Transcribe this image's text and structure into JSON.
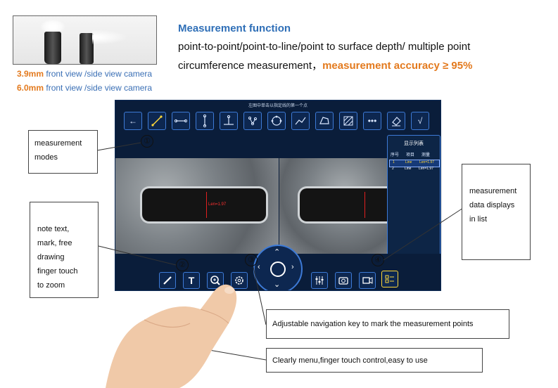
{
  "specs": [
    {
      "size": "3.9mm",
      "text": " front view /side view camera"
    },
    {
      "size": "6.0mm",
      "text": " front view /side view camera"
    }
  ],
  "header": {
    "title": "Measurement function",
    "line1": "point-to-point/point-to-line/point to surface depth/ multiple point",
    "line2_plain": "circumference measurement，",
    "line2_accent": "measurement accuracy ≥ 95%"
  },
  "screen": {
    "caption": "左图中单击以指定线的第一个点",
    "toolbar_icons": [
      "back-arrow-icon",
      "point-to-point-icon",
      "point-to-line-icon",
      "depth-icon",
      "point-to-surface-icon",
      "multi-point-icon",
      "circle-icon",
      "polyline-icon",
      "area-icon",
      "hatch-icon",
      "more-icon",
      "eraser-icon",
      "confirm-icon"
    ],
    "length_label": "Len=1.97",
    "panel": {
      "title": "显示列表",
      "headers": [
        "序号",
        "项目",
        "测量"
      ],
      "rows": [
        {
          "id": "1",
          "item": "Line",
          "value": "Len=1.97"
        },
        {
          "id": "2",
          "item": "Line",
          "value": "Len=1.97"
        }
      ]
    },
    "bottom_icons": [
      "pen-icon",
      "text-icon",
      "zoom-icon",
      "settings-icon",
      "adjust-icon",
      "camera-icon",
      "record-icon",
      "list-icon"
    ]
  },
  "numbers": [
    "①",
    "②",
    "③",
    "④"
  ],
  "callouts": {
    "modes": [
      "measurement",
      "modes"
    ],
    "notes": [
      "note text,",
      "mark, free",
      "drawing",
      "finger touch",
      "to zoom"
    ],
    "data": [
      "measurement",
      "data displays",
      "in list"
    ],
    "nav": "Adjustable navigation key to mark the measurement points",
    "menu": "Clearly menu,finger touch control,easy to use"
  },
  "colors": {
    "accent": "#e37a1e",
    "title_blue": "#2f6fb7",
    "screen_bg": "#0a1d3a",
    "button_border": "#3d7ad6"
  }
}
